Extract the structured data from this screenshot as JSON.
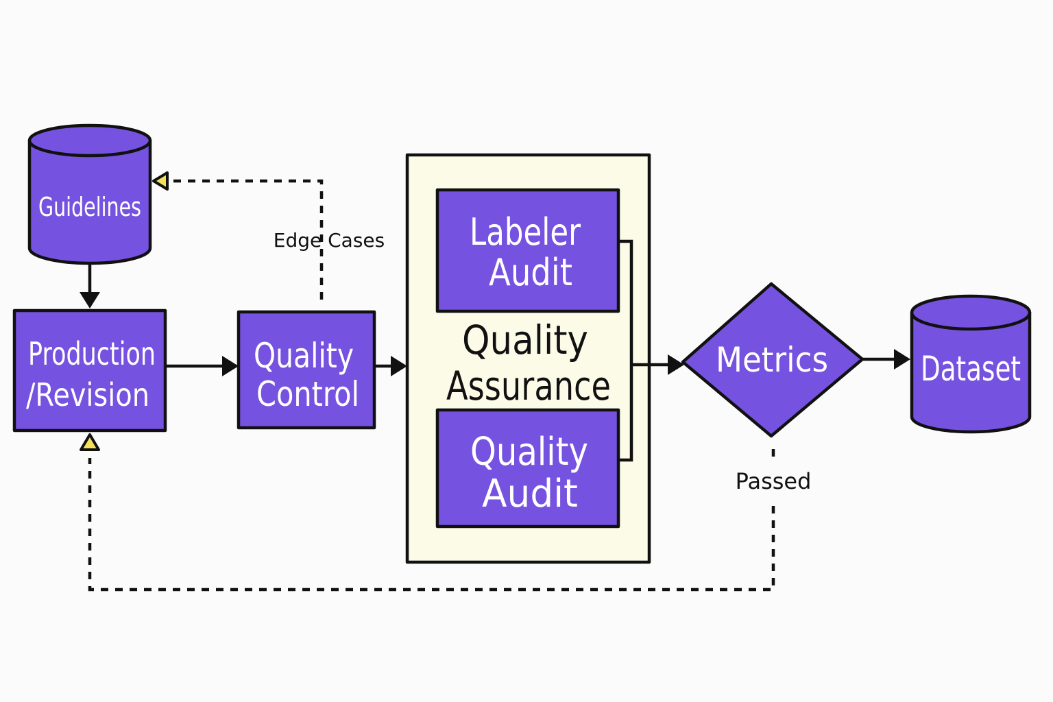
{
  "colors": {
    "node_fill": "#7652e0",
    "container_fill": "#fbfbe8",
    "stroke": "#111111",
    "feedback_arrowhead": "#f4e05a",
    "background": "#fbfbfb"
  },
  "nodes": {
    "guidelines": {
      "label": "Guidelines",
      "shape": "cylinder"
    },
    "production": {
      "label_line1": "Production",
      "label_line2": "/Revision",
      "shape": "rectangle"
    },
    "quality_control": {
      "label_line1": "Quality",
      "label_line2": "Control",
      "shape": "rectangle"
    },
    "qa_group": {
      "label_line1": "Quality",
      "label_line2": "Assurance",
      "shape": "container"
    },
    "labeler_audit": {
      "label_line1": "Labeler",
      "label_line2": "Audit",
      "shape": "rectangle"
    },
    "quality_audit": {
      "label_line1": "Quality",
      "label_line2": "Audit",
      "shape": "rectangle"
    },
    "metrics": {
      "label": "Metrics",
      "shape": "diamond"
    },
    "dataset": {
      "label": "Dataset",
      "shape": "cylinder"
    }
  },
  "edges": [
    {
      "from": "guidelines",
      "to": "production",
      "style": "solid"
    },
    {
      "from": "production",
      "to": "quality_control",
      "style": "solid"
    },
    {
      "from": "quality_control",
      "to": "qa_group",
      "style": "solid"
    },
    {
      "from": "qa_group",
      "to": "metrics",
      "style": "solid"
    },
    {
      "from": "metrics",
      "to": "dataset",
      "style": "solid"
    },
    {
      "from": "quality_control",
      "to": "guidelines",
      "style": "dashed",
      "label": "Edge Cases"
    },
    {
      "from": "metrics",
      "to": "production",
      "style": "dashed",
      "label": "Passed"
    }
  ],
  "edge_labels": {
    "edge_cases": "Edge Cases",
    "passed": "Passed"
  }
}
